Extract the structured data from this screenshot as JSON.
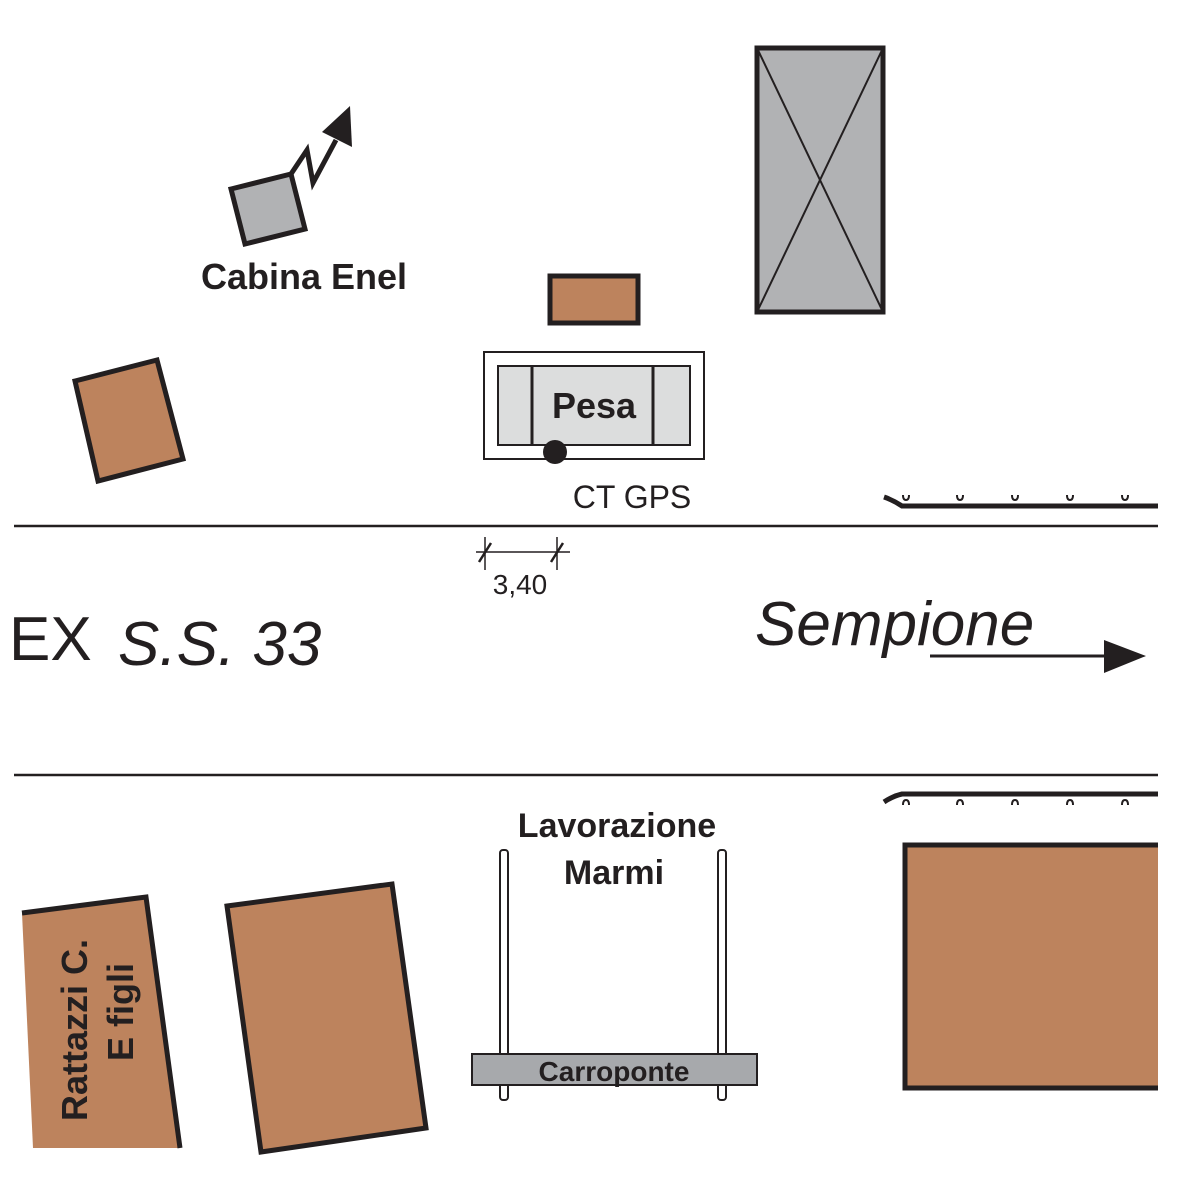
{
  "colors": {
    "building": "#bd835d",
    "gray_structure": "#b1b2b4",
    "scale_fill": "#dcdddd",
    "crane": "#a7a9ac",
    "ink": "#231f20"
  },
  "labels": {
    "cabina_enel": "Cabina Enel",
    "pesa": "Pesa",
    "ct_gps": "CT GPS",
    "dimension": "3,40",
    "road_prefix": "EX",
    "road_name": "S.S. 33",
    "direction": "Sempione",
    "lavorazione_line1": "Lavorazione",
    "lavorazione_line2": "Marmi",
    "carroponte": "Carroponte",
    "rattazzi_line1": "Rattazzi C.",
    "rattazzi_line2": "E figli"
  },
  "icons": {
    "power_line": "lightning-arrow-icon",
    "direction_arrow": "arrow-right-icon",
    "gps_point": "filled-circle-marker"
  }
}
